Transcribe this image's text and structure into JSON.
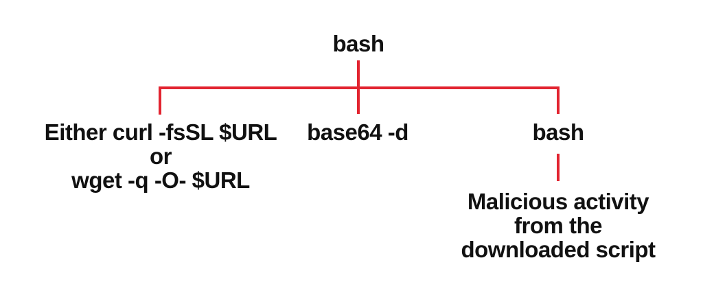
{
  "diagram": {
    "root": {
      "label": "bash"
    },
    "children": [
      {
        "lines": [
          "Either curl -fsSL $URL",
          "or",
          "wget -q -O- $URL"
        ]
      },
      {
        "lines": [
          "base64 -d"
        ]
      },
      {
        "lines": [
          "bash"
        ]
      }
    ],
    "leaf": {
      "lines": [
        "Malicious activity",
        "from the",
        "downloaded script"
      ]
    }
  },
  "colors": {
    "connector_red": "#E22430",
    "text_black": "#111111",
    "background": "#FFFFFF"
  }
}
